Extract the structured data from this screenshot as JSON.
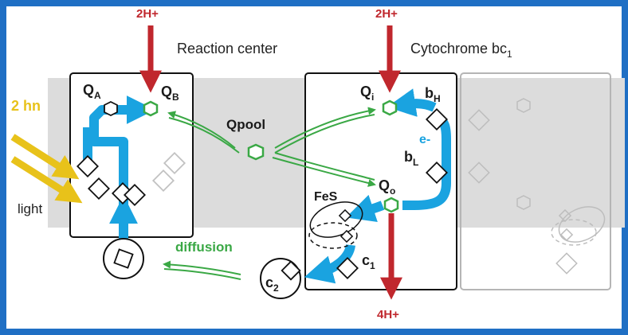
{
  "labels": {
    "proton_in_rc": "2H+",
    "proton_in_cyt": "2H+",
    "proton_out": "4H+",
    "reaction_center": "Reaction center",
    "cytochrome": "Cytochrome bc",
    "cytochrome_sub": "1",
    "qa": "Q",
    "qa_sub": "A",
    "qb": "Q",
    "qb_sub": "B",
    "qi": "Q",
    "qi_sub": "i",
    "qo": "Q",
    "qo_sub": "o",
    "bh": "b",
    "bh_sub": "H",
    "bl": "b",
    "bl_sub": "L",
    "electron": "e-",
    "qpool": "Qpool",
    "photons": "2 hn",
    "light": "light",
    "diffusion": "diffusion",
    "fes": "FeS",
    "c1": "c",
    "c1_sub": "1",
    "c2": "c",
    "c2_sub": "2"
  },
  "colors": {
    "frame": "#1f6fc4",
    "membrane": "#dcdcdc",
    "electron_path": "#1aa3e0",
    "proton_arrow": "#c0272d",
    "quinone": "#3aa845",
    "light": "#e8c21a"
  }
}
